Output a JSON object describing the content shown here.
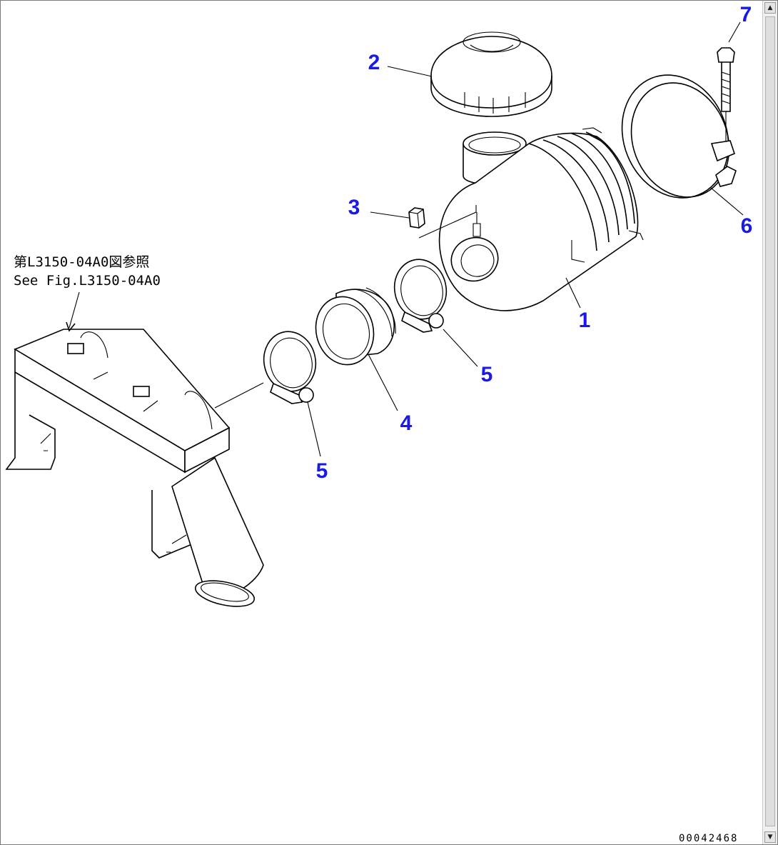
{
  "reference": {
    "line1": "第L3150-04A0図参照",
    "line2": "See Fig.L3150-04A0"
  },
  "callouts": [
    "1",
    "2",
    "3",
    "4",
    "5",
    "5",
    "6",
    "7"
  ],
  "doc_number": "00042468",
  "colors": {
    "callout": "#1a1ae6",
    "linework": "#000000"
  }
}
